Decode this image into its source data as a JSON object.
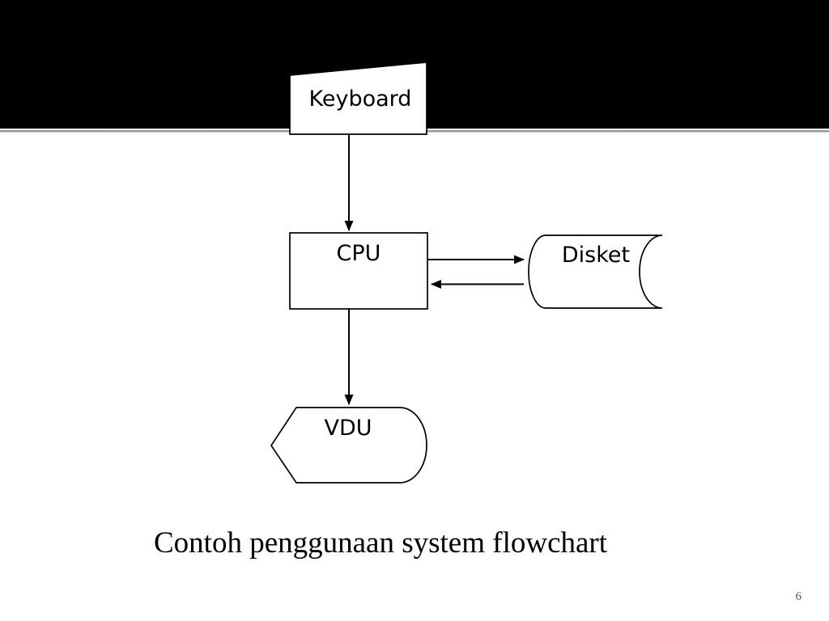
{
  "slide": {
    "caption": "Contoh penggunaan system flowchart",
    "page_number": "6",
    "background_color": "#ffffff",
    "banner_color": "#000000",
    "separator_colors": [
      "#ffffff",
      "#9a9a9a",
      "#d0d0d0"
    ]
  },
  "flowchart": {
    "stroke_color": "#000000",
    "fill_color": "#ffffff",
    "nodes": [
      {
        "id": "keyboard",
        "label": "Keyboard",
        "shape": "manual-input"
      },
      {
        "id": "cpu",
        "label": "CPU",
        "shape": "process"
      },
      {
        "id": "disket",
        "label": "Disket",
        "shape": "stored-data"
      },
      {
        "id": "vdu",
        "label": "VDU",
        "shape": "display"
      }
    ],
    "edges": [
      {
        "from": "keyboard",
        "to": "cpu",
        "direction": "down"
      },
      {
        "from": "cpu",
        "to": "disket",
        "direction": "right"
      },
      {
        "from": "disket",
        "to": "cpu",
        "direction": "left"
      },
      {
        "from": "cpu",
        "to": "vdu",
        "direction": "down"
      }
    ]
  }
}
